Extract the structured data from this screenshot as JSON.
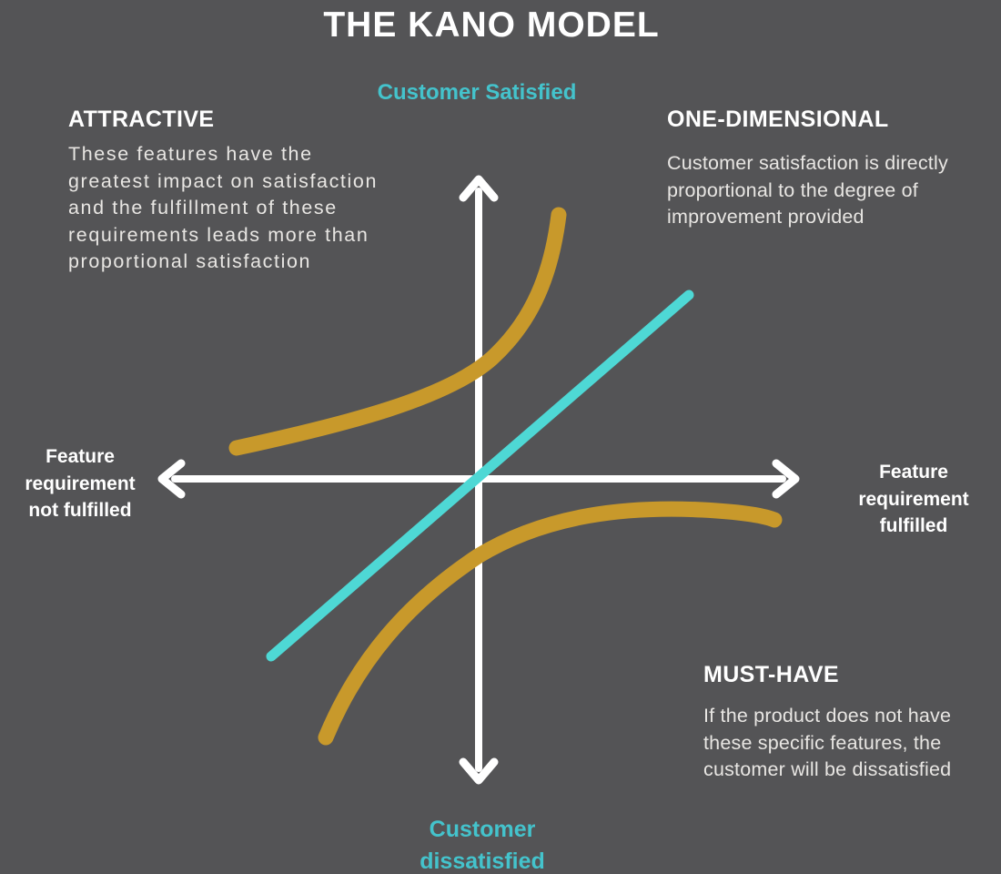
{
  "title": "THE KANO MODEL",
  "colors": {
    "background": "#545456",
    "axis": "#FFFFFF",
    "teal_line": "#4ED8D5",
    "teal_text": "#44C3CC",
    "gold_curve": "#C8992B",
    "heading_text": "#FFFFFF",
    "body_text": "#E8E6E3"
  },
  "axes": {
    "top_label": "Customer Satisfied",
    "bottom_label_lines": [
      "Customer",
      "dissatisfied"
    ],
    "left_label_lines": [
      "Feature",
      "requirement",
      "not fulfilled"
    ],
    "right_label_lines": [
      "Feature",
      "requirement",
      "fulfilled"
    ]
  },
  "sections": {
    "attractive": {
      "heading": "ATTRACTIVE",
      "lines": [
        "These features have the",
        "greatest impact on satisfaction",
        "and the fulfillment of these",
        "requirements leads more than",
        "proportional satisfaction"
      ]
    },
    "one_dimensional": {
      "heading": "ONE-DIMENSIONAL",
      "lines": [
        "Customer satisfaction is directly",
        "proportional to the degree of",
        "improvement provided"
      ]
    },
    "must_have": {
      "heading": "MUST-HAVE",
      "lines": [
        "If the product does not have",
        "these specific features, the",
        "customer will be dissatisfied"
      ]
    }
  },
  "chart": {
    "type": "diagram",
    "x_axis_meaning": "Feature requirement: not fulfilled (left) to fulfilled (right)",
    "y_axis_meaning": "Customer: dissatisfied (bottom) to satisfied (top)",
    "curves": [
      {
        "name": "attractive",
        "shape": "exponential rising, upper-left to top-center",
        "color": "#C8992B"
      },
      {
        "name": "one-dimensional",
        "shape": "straight diagonal through origin",
        "color": "#4ED8D5"
      },
      {
        "name": "must-have",
        "shape": "saturating curve, lower-center to right",
        "color": "#C8992B"
      }
    ]
  }
}
